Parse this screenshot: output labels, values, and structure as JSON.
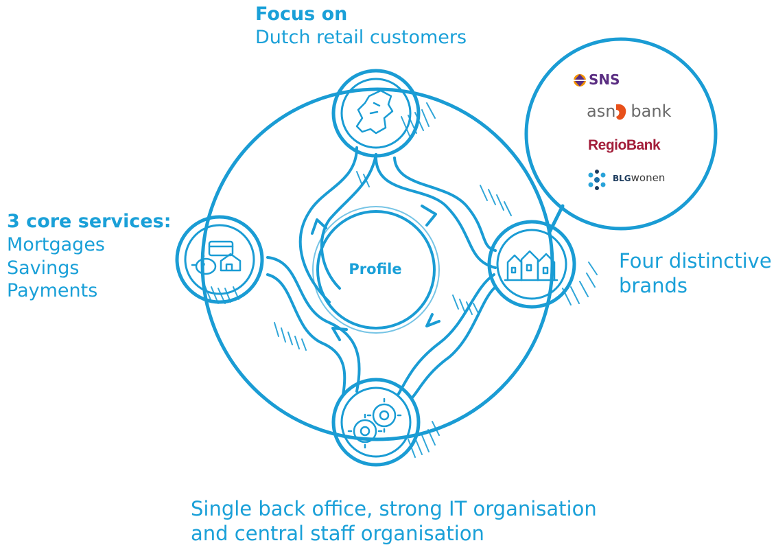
{
  "top": {
    "title": "Focus on",
    "subtitle": "Dutch retail customers"
  },
  "left": {
    "title": "3 core services:",
    "items": [
      "Mortgages",
      "Savings",
      "Payments"
    ]
  },
  "right": {
    "line1": "Four distinctive",
    "line2": "brands"
  },
  "bottom": {
    "line1": "Single back office, strong IT organisation",
    "line2": "and central staff organisation"
  },
  "center": {
    "label": "Profile"
  },
  "brands": {
    "sns": "SNS",
    "asn_left": "asn",
    "asn_right": "bank",
    "regio": "RegioBank",
    "blg_bold": "BLG",
    "blg_rest": "wonen"
  },
  "colors": {
    "accent": "#1aa0d8",
    "outline": "#1a9cd4"
  },
  "icons": [
    "netherlands-map-icon",
    "piggy-bank-card-house-icon",
    "houses-icon",
    "gears-icon",
    "sns-logo-icon",
    "asn-squirrel-icon",
    "blg-logo-icon"
  ]
}
